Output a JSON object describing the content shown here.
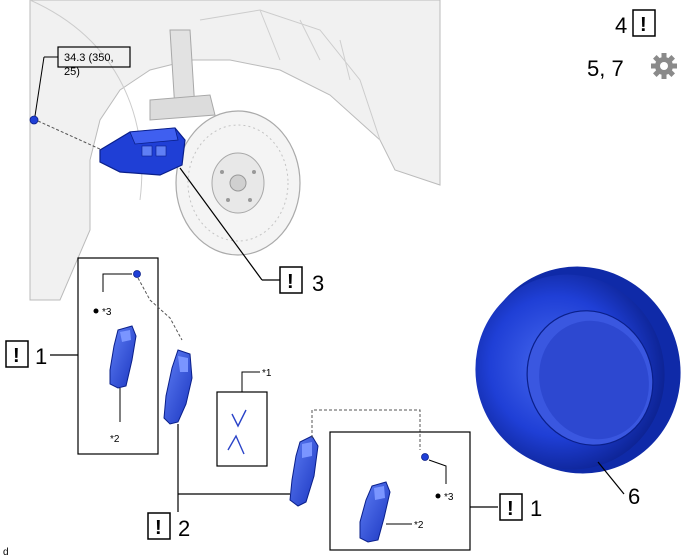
{
  "callouts": {
    "step_4": "4",
    "step_5_7": "5, 7",
    "step_3": "3",
    "step_1_left": "1",
    "step_2": "2",
    "step_1_right": "1",
    "step_6": "6",
    "caution_mark": "!"
  },
  "torque": {
    "line1": "34.3 (350,",
    "line2": "25)"
  },
  "notes": {
    "star1": "*1",
    "star2_left": "*2",
    "star2_right": "*2",
    "star3_left": "*3",
    "star3_right": "*3"
  },
  "corner_letter": "d",
  "colors": {
    "part_blue": "#1f3fd6",
    "part_dark": "#0a1f8a",
    "line": "#000000",
    "ghost": "#d8d8d8"
  },
  "icons": {
    "gear": "gear-icon",
    "caution": "caution-icon"
  }
}
